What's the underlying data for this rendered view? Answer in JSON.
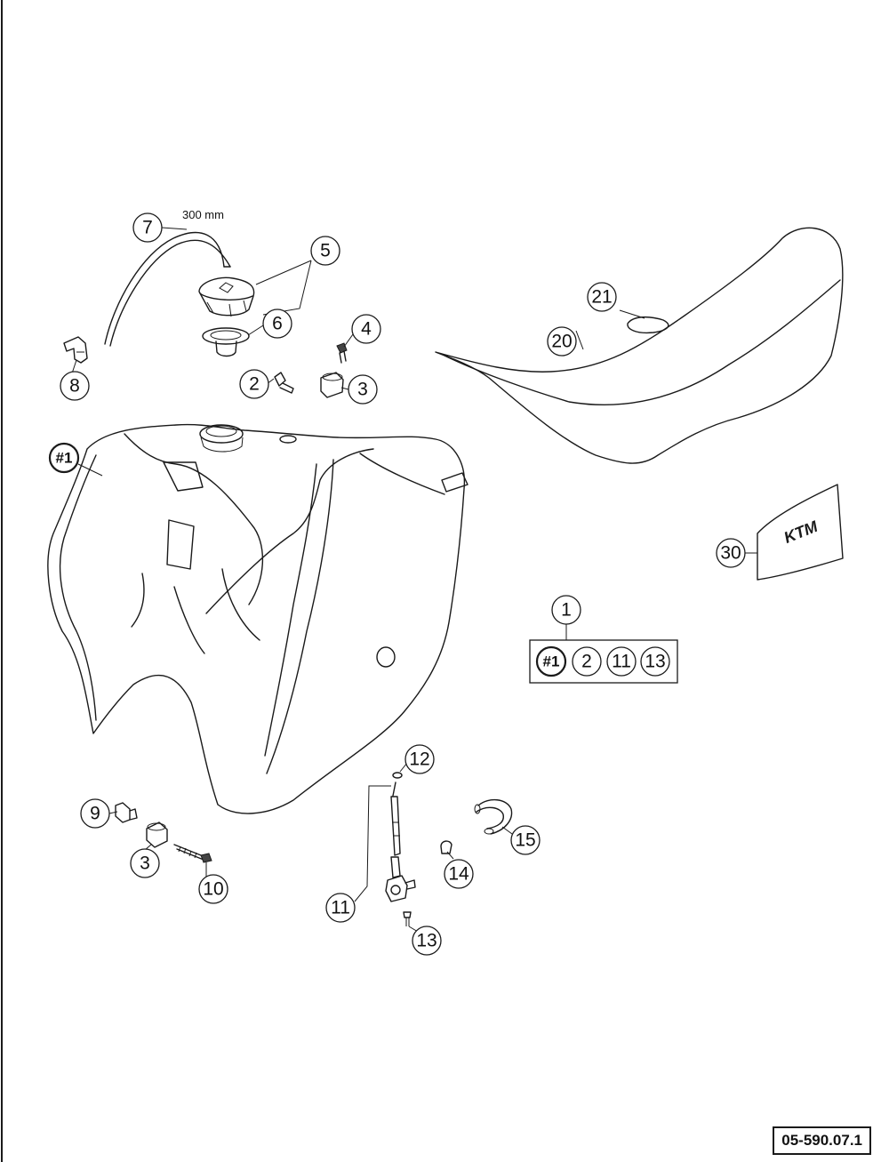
{
  "drawing_ref": "05-590.07.1",
  "hose_length": "300 mm",
  "callouts": {
    "c1": "1",
    "c2a": "2",
    "c3a": "3",
    "c3b": "3",
    "c4": "4",
    "c5": "5",
    "c6": "6",
    "c7": "7",
    "c8": "8",
    "c9": "9",
    "c10": "10",
    "c11": "11",
    "c12": "12",
    "c13": "13",
    "c14": "14",
    "c15": "15",
    "c20": "20",
    "c21": "21",
    "c30": "30",
    "tank": "#1"
  },
  "kit_contents": [
    "#1",
    "2",
    "11",
    "13"
  ],
  "decal_logo": "KTM"
}
